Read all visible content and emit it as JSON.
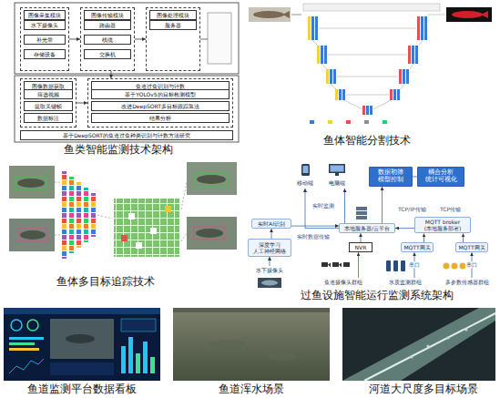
{
  "diagram": {
    "nodes": [
      {
        "text": [
          "图像采集模块"
        ]
      },
      {
        "text": [
          "水下摄像头"
        ],
        "in": 0
      },
      {
        "text": [
          "补光带"
        ],
        "in": 0
      },
      {
        "text": [
          "存储设备"
        ],
        "in": 0
      },
      {
        "text": [
          "图像传输模块"
        ]
      },
      {
        "text": [
          "路由器"
        ],
        "in": 4
      },
      {
        "text": [
          "线缆"
        ],
        "in": 4
      },
      {
        "text": [
          "交换机"
        ],
        "in": 4
      },
      {
        "text": [
          "图像处理模块"
        ]
      },
      {
        "text": [
          "服务器"
        ],
        "in": 8
      },
      {
        "text": [
          "图像数据获取"
        ]
      },
      {
        "text": [
          "筛选视频"
        ],
        "in": 10
      },
      {
        "text": [
          "提取关键帧"
        ],
        "in": 10
      },
      {
        "text": [
          "数据标注"
        ],
        "in": 10
      },
      {
        "text": [
          "鱼道过鱼识别与计数"
        ]
      },
      {
        "text": [
          "基于YOLOv5的目标检测模型"
        ],
        "in": 14
      },
      {
        "text": [
          "改进DeepSORT多目标跟踪算法"
        ],
        "in": 14
      },
      {
        "text": [
          "结果分析"
        ],
        "in": 14
      },
      {
        "text": [
          "基于DeepSORT的鱼道过鱼种类识别与计数方法研究"
        ]
      },
      {
        "text": [
          "数据初筛 模型控制"
        ]
      },
      {
        "text": [
          "耦合分析 统计可视化"
        ]
      },
      {
        "text": [
          "移动端"
        ]
      },
      {
        "text": [
          "电脑端"
        ]
      },
      {
        "text": [
          "实时AI识别"
        ]
      },
      {
        "text": [
          "深度学习 人工神经网络"
        ]
      },
      {
        "text": [
          "本地服务器/云平台"
        ]
      },
      {
        "text": [
          "MQTT broker (本地服务部署)"
        ]
      },
      {
        "text": [
          "NVR"
        ]
      },
      {
        "text": [
          "MQTT网关"
        ]
      },
      {
        "text": [
          "MQTT网关"
        ]
      },
      {
        "text": [
          "鱼道摄像头群组"
        ]
      },
      {
        "text": [
          "水质监测群组"
        ]
      },
      {
        "text": [
          "多参数传感器群组"
        ]
      },
      {
        "text": [
          "水下摄像头"
        ]
      }
    ],
    "edges": [
      {
        "from": 0,
        "to": 4,
        "arrow": "to"
      },
      {
        "from": 4,
        "to": 8,
        "arrow": "to"
      },
      {
        "from": 4,
        "to": 14,
        "arrow": "to"
      },
      {
        "from": 10,
        "to": 14,
        "arrow": "to"
      },
      {
        "from": 19,
        "to": 20,
        "arrow": "none"
      },
      {
        "from": 25,
        "to": 21,
        "arrow": "to"
      },
      {
        "from": 25,
        "to": 22,
        "arrow": "to"
      },
      {
        "from": 25,
        "to": 19,
        "arrow": "to"
      },
      {
        "from": 23,
        "to": 25,
        "arrow": "to"
      },
      {
        "from": 24,
        "to": 23,
        "arrow": "to"
      },
      {
        "from": 33,
        "to": 24,
        "arrow": "to"
      },
      {
        "from": 26,
        "to": 25,
        "arrow": "to"
      },
      {
        "from": 27,
        "to": 25,
        "arrow": "to"
      },
      {
        "from": 28,
        "to": 26,
        "arrow": "to"
      },
      {
        "from": 29,
        "to": 26,
        "arrow": "to"
      },
      {
        "from": 30,
        "to": 27,
        "arrow": "to"
      },
      {
        "from": 31,
        "to": 28,
        "label": "串口",
        "arrow": "to"
      },
      {
        "from": 32,
        "to": 29,
        "label": "串口",
        "arrow": "to"
      }
    ],
    "labels": [
      "鱼类智能监测技术架构",
      "鱼体智能分割技术",
      "鱼体多目标追踪技术",
      "过鱼设施智能运行监测系统架构",
      "鱼道监测平台数据看板",
      "鱼道浑水场景",
      "河道大尺度多目标场景",
      "TCP/IP传输",
      "实时数据传输",
      "实时监测",
      "TCP传输"
    ]
  }
}
